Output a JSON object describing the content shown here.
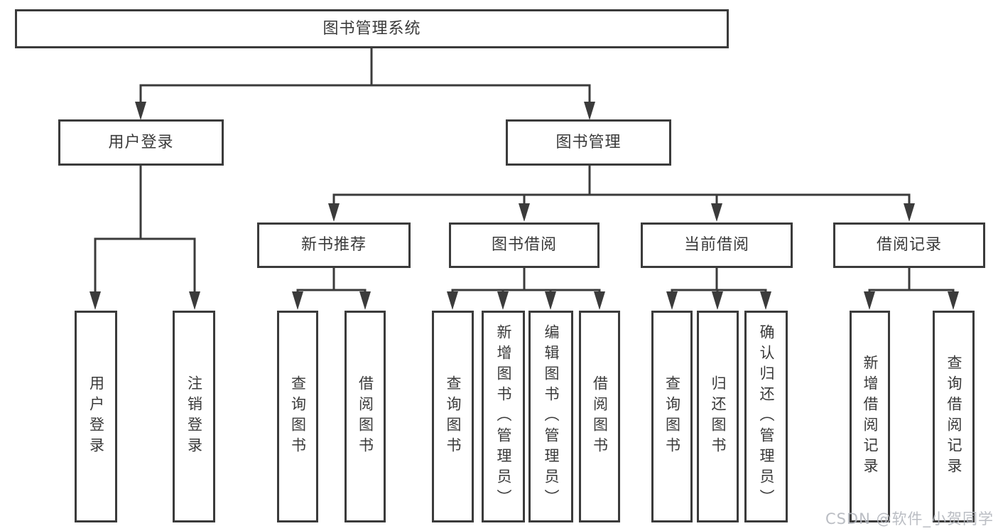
{
  "diagram_title": "图书管理系统",
  "tree": {
    "label": "图书管理系统",
    "children": [
      {
        "label": "用户登录",
        "children": [
          {
            "label": "用户登录"
          },
          {
            "label": "注销登录"
          }
        ]
      },
      {
        "label": "图书管理",
        "children": [
          {
            "label": "新书推荐",
            "children": [
              {
                "label": "查询图书"
              },
              {
                "label": "借阅图书"
              }
            ]
          },
          {
            "label": "图书借阅",
            "children": [
              {
                "label": "查询图书"
              },
              {
                "label": "新增图书（管理员）"
              },
              {
                "label": "编辑图书（管理员）"
              },
              {
                "label": "借阅图书"
              }
            ]
          },
          {
            "label": "当前借阅",
            "children": [
              {
                "label": "查询图书"
              },
              {
                "label": "归还图书"
              },
              {
                "label": "确认归还（管理员）"
              }
            ]
          },
          {
            "label": "借阅记录",
            "children": [
              {
                "label": "新增借阅记录"
              },
              {
                "label": "查询借阅记录"
              }
            ]
          }
        ]
      }
    ]
  },
  "watermark": {
    "text": "CSDN @软件_小贺同学"
  },
  "colors": {
    "line": "#3b3b3b",
    "box_background": "#ffffff",
    "text": "#3a3a3a",
    "watermark": "#b2b6bd"
  }
}
